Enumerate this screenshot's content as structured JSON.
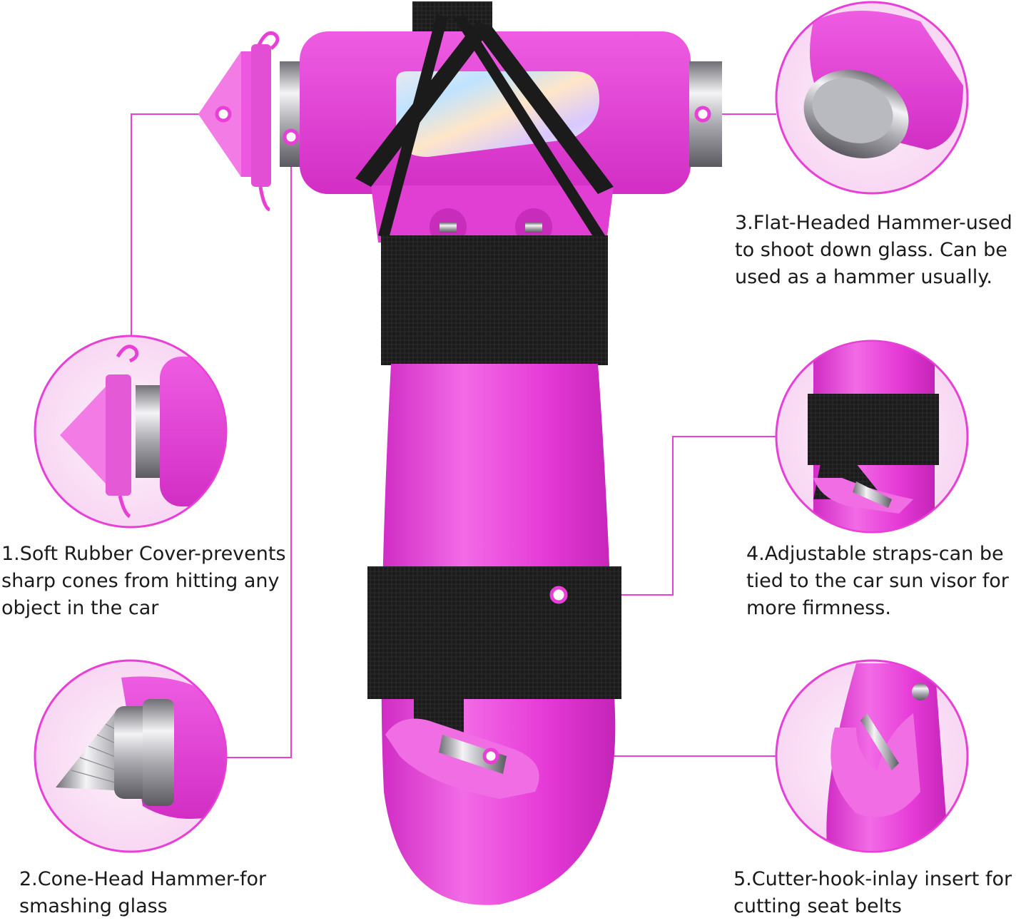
{
  "colors": {
    "accent": "#e83fd6",
    "body_pink": "#e63ad7",
    "body_pink_light": "#f26be6",
    "strap_black": "#1b1b1b",
    "metal": "#c8c8cc",
    "circle_bg": "#fbe6f8"
  },
  "features": [
    {
      "lines": [
        "1.Soft Rubber Cover-prevents",
        "sharp cones from hitting any",
        "object in the car"
      ]
    },
    {
      "lines": [
        "2.Cone-Head Hammer-for",
        "smashing glass"
      ]
    },
    {
      "lines": [
        "3.Flat-Headed Hammer-used",
        "to shoot down glass. Can be",
        "used as a hammer usually."
      ]
    },
    {
      "lines": [
        "4.Adjustable straps-can be",
        "tied to the car sun visor for",
        "more firmness."
      ]
    },
    {
      "lines": [
        "5.Cutter-hook-inlay insert for",
        "cutting seat belts"
      ]
    }
  ],
  "icons": {
    "rubber_cover": "rubber-cover-icon",
    "cone_hammer": "cone-hammer-icon",
    "flat_hammer": "flat-hammer-icon",
    "strap": "strap-icon",
    "cutter_hook": "cutter-hook-icon"
  }
}
